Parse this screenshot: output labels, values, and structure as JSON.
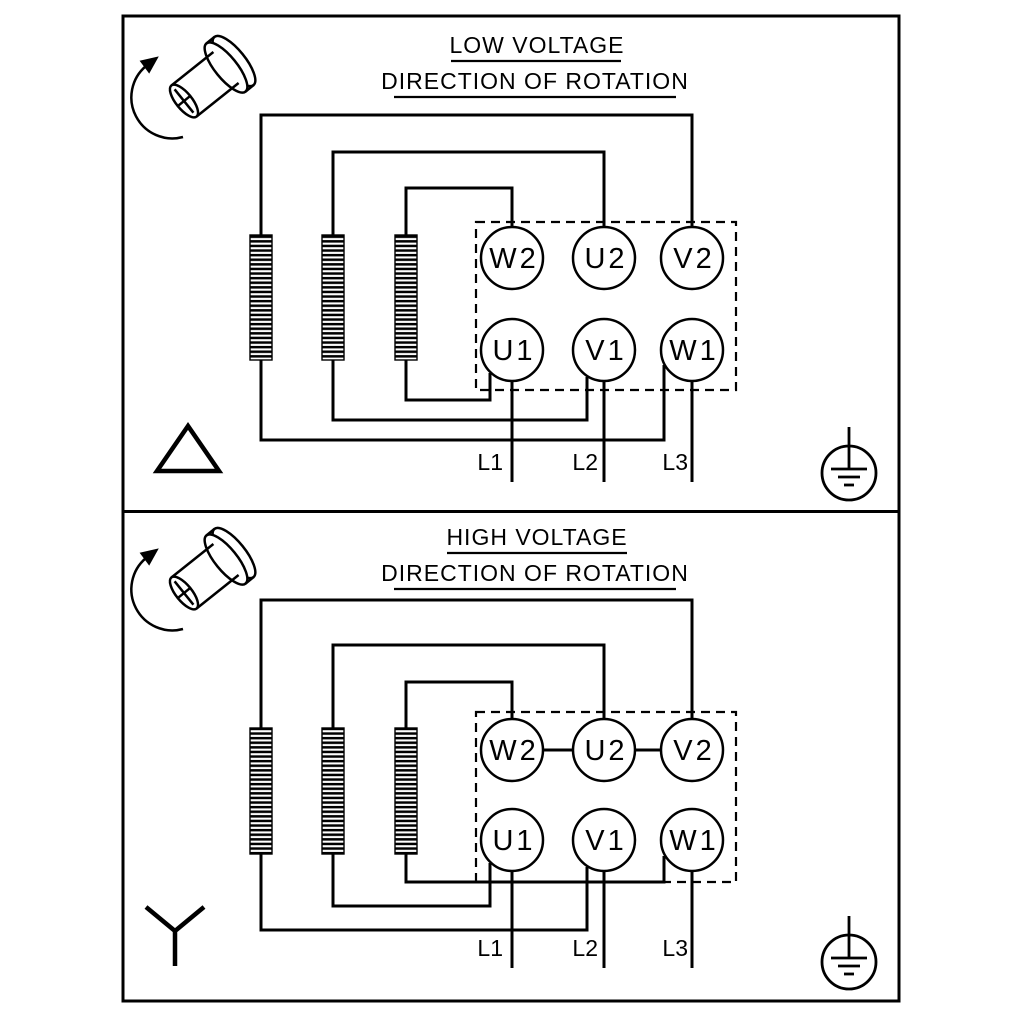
{
  "panels": {
    "low": {
      "title": "LOW VOLTAGE",
      "subtitle": "DIRECTION OF ROTATION",
      "connection": "delta",
      "terminals_top": [
        "W2",
        "U2",
        "V2"
      ],
      "terminals_bottom": [
        "U1",
        "V1",
        "W1"
      ],
      "leads": [
        "L1",
        "L2",
        "L3"
      ]
    },
    "high": {
      "title": "HIGH VOLTAGE",
      "subtitle": "DIRECTION OF ROTATION",
      "connection": "star",
      "terminals_top": [
        "W2",
        "U2",
        "V2"
      ],
      "terminals_bottom": [
        "U1",
        "V1",
        "W1"
      ],
      "leads": [
        "L1",
        "L2",
        "L3"
      ]
    }
  },
  "icons": {
    "rotation": "rotation-direction-arrow",
    "low_connection": "delta-symbol",
    "high_connection": "star-wye-symbol",
    "ground": "earth-ground-symbol"
  },
  "colors": {
    "line": "#000000",
    "background": "#ffffff"
  }
}
